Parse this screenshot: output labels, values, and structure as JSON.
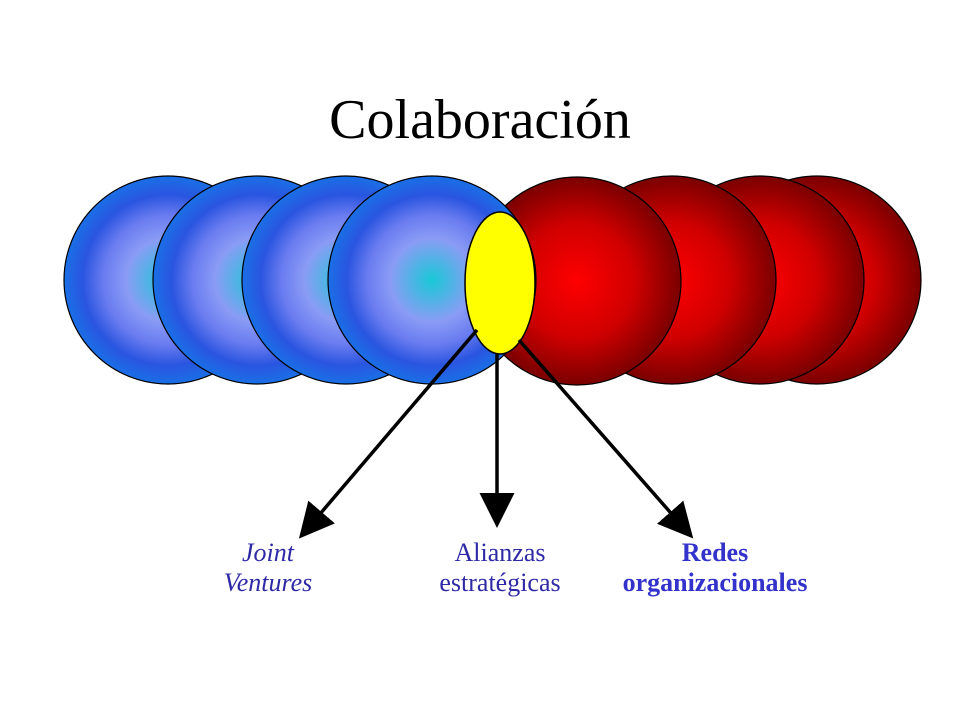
{
  "title": "Colaboración",
  "colors": {
    "blue_outer": "#1a6fe6",
    "blue_mid": "#8a9cf5",
    "blue_center": "#18c9d6",
    "red_outer": "#7a0000",
    "red_center": "#ff0000",
    "ellipse_fill": "#ffff00",
    "caption_joint": "#2e2aa6",
    "caption_alianzas": "#2e2aa6",
    "caption_redes": "#3333cc",
    "arrow": "#000000"
  },
  "captions": {
    "joint": {
      "line1": "Joint",
      "line2": "Ventures"
    },
    "alianzas": {
      "line1": "Alianzas",
      "line2": "estratégicas"
    },
    "redes": {
      "line1": "Redes",
      "line2": "organizacionales"
    }
  }
}
